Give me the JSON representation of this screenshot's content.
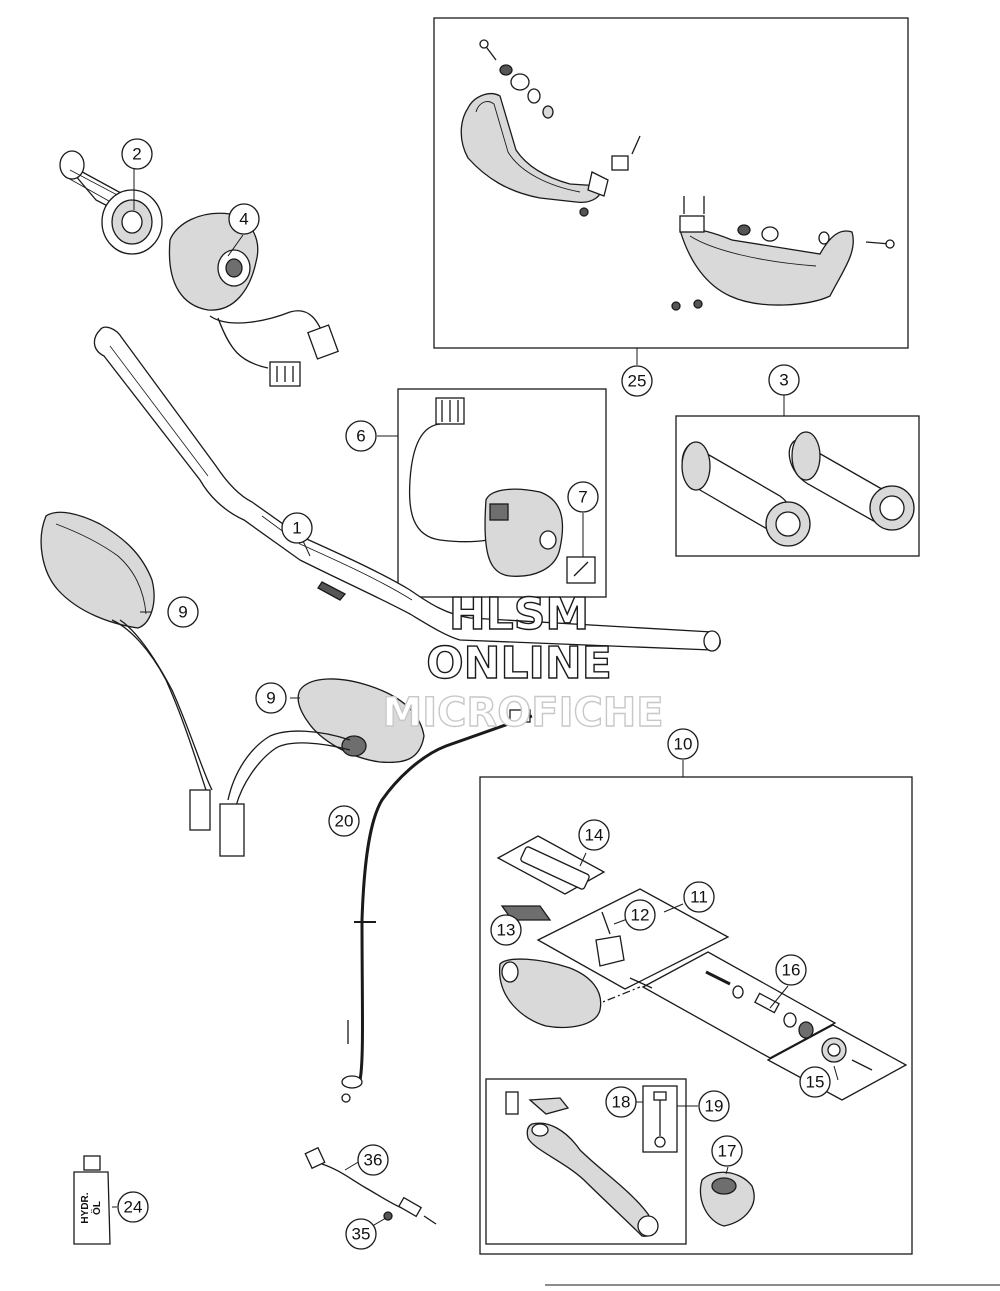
{
  "diagram": {
    "callouts": [
      {
        "id": "1",
        "label": "1"
      },
      {
        "id": "2",
        "label": "2"
      },
      {
        "id": "3",
        "label": "3"
      },
      {
        "id": "4",
        "label": "4"
      },
      {
        "id": "6",
        "label": "6"
      },
      {
        "id": "7",
        "label": "7"
      },
      {
        "id": "9a",
        "label": "9"
      },
      {
        "id": "9b",
        "label": "9"
      },
      {
        "id": "10",
        "label": "10"
      },
      {
        "id": "11",
        "label": "11"
      },
      {
        "id": "12",
        "label": "12"
      },
      {
        "id": "13",
        "label": "13"
      },
      {
        "id": "14",
        "label": "14"
      },
      {
        "id": "15",
        "label": "15"
      },
      {
        "id": "16",
        "label": "16"
      },
      {
        "id": "17",
        "label": "17"
      },
      {
        "id": "18",
        "label": "18"
      },
      {
        "id": "19",
        "label": "19"
      },
      {
        "id": "20",
        "label": "20"
      },
      {
        "id": "24",
        "label": "24"
      },
      {
        "id": "25",
        "label": "25"
      },
      {
        "id": "35",
        "label": "35"
      },
      {
        "id": "36",
        "label": "36"
      }
    ],
    "bottle_label": [
      "HYDR.",
      "ÖL"
    ]
  },
  "watermark": {
    "line1": "HLSM",
    "line2": "ONLINE",
    "line3": "MICROFICHE"
  },
  "colors": {
    "line": "#1a1a1a",
    "part_fill": "#d9d9d9",
    "part_dark": "#6e6e6e",
    "background": "#ffffff"
  }
}
